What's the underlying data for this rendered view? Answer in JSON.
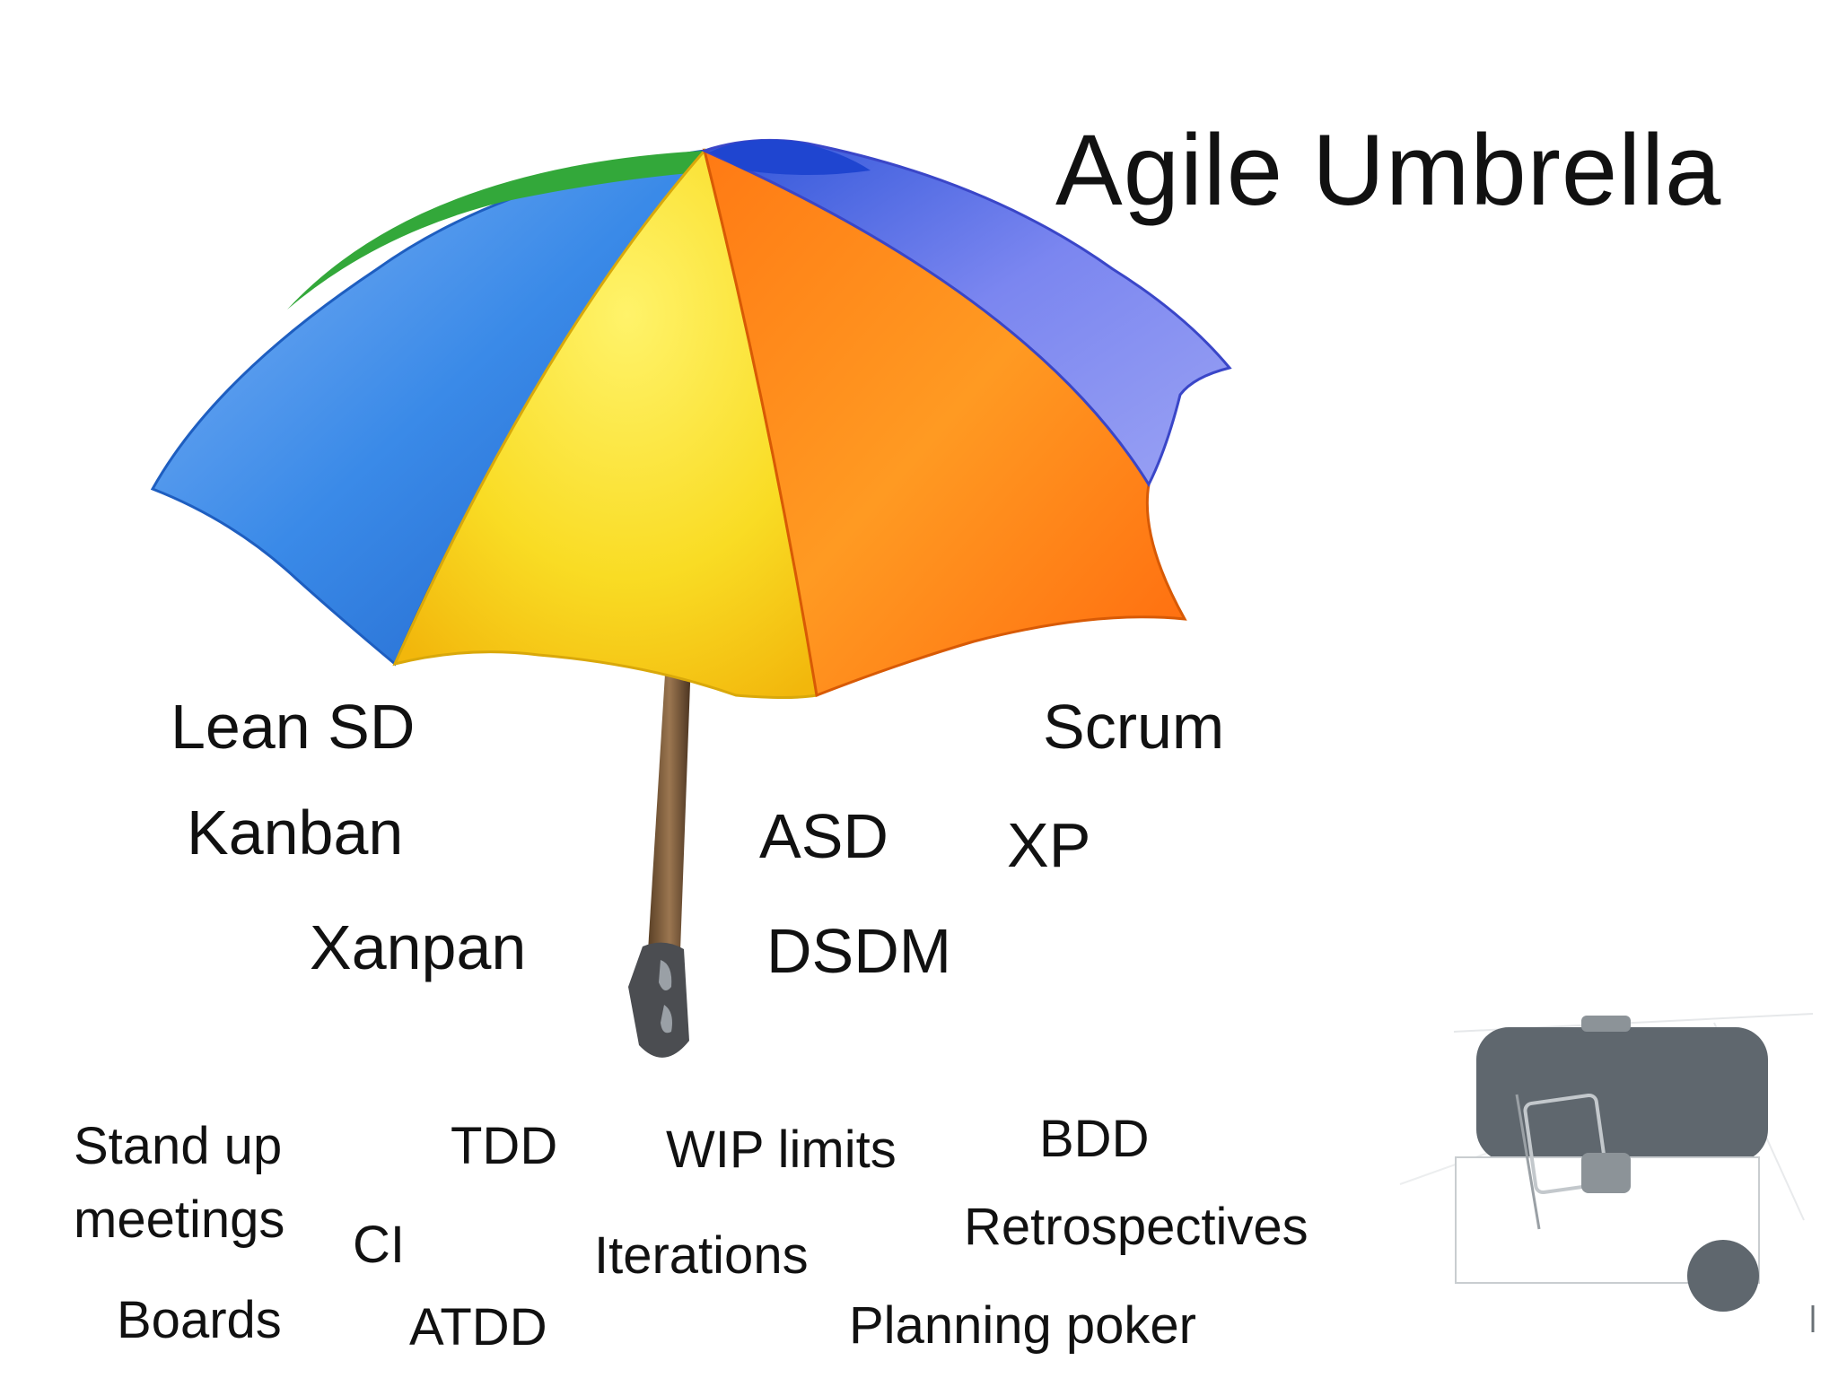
{
  "slide": {
    "title": "Agile Umbrella",
    "methods": {
      "lean_sd": "Lean SD",
      "kanban": "Kanban",
      "xanpan": "Xanpan",
      "scrum": "Scrum",
      "asd": "ASD",
      "xp": "XP",
      "dsdm": "DSDM"
    },
    "practices": {
      "stand_up_line1": "Stand up",
      "stand_up_line2": "meetings",
      "tdd": "TDD",
      "wip_limits": "WIP limits",
      "bdd": "BDD",
      "ci": "CI",
      "iterations": "Iterations",
      "retrospectives": "Retrospectives",
      "boards": "Boards",
      "atdd": "ATDD",
      "planning_poker": "Planning poker"
    },
    "colors": {
      "panel_green": "#33a83a",
      "panel_blue": "#3f86e6",
      "panel_yellow": "#f7de2a",
      "panel_orange": "#ff8a12",
      "panel_violet": "#6f79ea",
      "handle": "#7a5a3a",
      "decor_gray": "#5f676e"
    }
  }
}
